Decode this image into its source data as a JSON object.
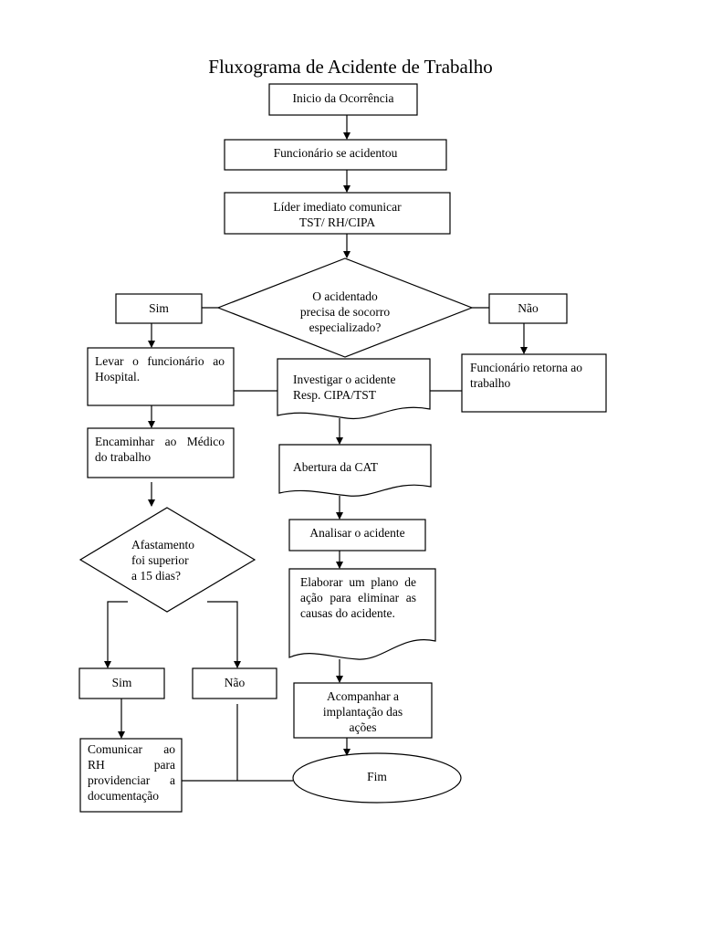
{
  "title": "Fluxograma de Acidente de Trabalho",
  "nodes": {
    "inicio": "Inicio da Ocorrência",
    "acidentou": "Funcionário se acidentou",
    "lider_l1": "Líder imediato comunicar",
    "lider_l2": "TST/ RH/CIPA",
    "decisao1_l1": "O acidentado",
    "decisao1_l2": "precisa de socorro",
    "decisao1_l3": "especializado?",
    "sim1": "Sim",
    "nao1": "Não",
    "hospital": "Levar o funcionário ao Hospital.",
    "retorna": "Funcionário retorna ao trabalho",
    "investigar_l1": "Investigar o acidente",
    "investigar_l2": "Resp. CIPA/TST",
    "medico": "Encaminhar ao Médico do trabalho",
    "cat": "Abertura da CAT",
    "analisar": "Analisar o acidente",
    "decisao2_l1": "Afastamento",
    "decisao2_l2": "foi superior",
    "decisao2_l3": "a 15 dias?",
    "plano": "Elaborar um plano de ação para eliminar as causas do acidente.",
    "sim2": "Sim",
    "nao2": "Não",
    "acompanhar_l1": "Acompanhar a",
    "acompanhar_l2": "implantação das",
    "acompanhar_l3": "ações",
    "comunicar": "Comunicar ao RH para providenciar a documentação",
    "fim": "Fim"
  }
}
